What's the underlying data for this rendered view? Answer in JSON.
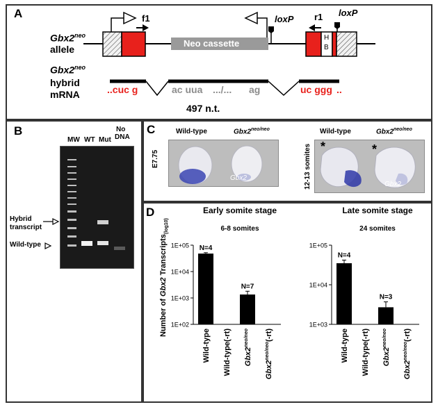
{
  "panel_a": {
    "label": "A",
    "allele_name": "Gbx2",
    "allele_sup": "neo",
    "allele_word": "allele",
    "mrna_name": "Gbx2",
    "mrna_sup": "neo",
    "mrna_word1": "hybrid",
    "mrna_word2": "mRNA",
    "primer_f1": "f1",
    "primer_r1": "r1",
    "loxp_1": "loxP",
    "loxp_2": "loxP",
    "neo_cassette": "Neo cassette",
    "exon_h": "H",
    "exon_b": "B",
    "seq_left": "..cuc g",
    "seq_mid_1": "ac uua",
    "seq_mid_2": ".../...",
    "seq_mid_3": "ag",
    "seq_right": "uc ggg",
    "seq_right_dots": "..",
    "length": "497 n.t.",
    "colors": {
      "exon": "#e8211c",
      "neo": "#9a9a9a",
      "seq_red": "#e8211c",
      "seq_gray": "#8c8c8c"
    }
  },
  "panel_b": {
    "label": "B",
    "lanes": [
      "MW",
      "WT",
      "Mut",
      "No\nDNA"
    ],
    "lane_mw": "MW",
    "lane_wt": "WT",
    "lane_mut": "Mut",
    "lane_no_1": "No",
    "lane_no_2": "DNA",
    "arrow_hybrid_1": "Hybrid",
    "arrow_hybrid_2": "transcript",
    "arrow_wt": "Wild-type"
  },
  "panel_c": {
    "label": "C",
    "left_wt": "Wild-type",
    "left_mut": "Gbx2",
    "left_mut_sup": "neo/neo",
    "left_stage": "E7.75",
    "left_probe": "Gbx2",
    "right_wt": "Wild-type",
    "right_mut": "Gbx2",
    "right_mut_sup": "neo/neo",
    "right_stage": "12-13 somites",
    "right_probe": "Gbx2",
    "asterisk": "*"
  },
  "panel_d": {
    "label": "D",
    "ylabel_main": "Number of ",
    "ylabel_gene": "Gbx2",
    "ylabel_tail": " Transcripts",
    "ylabel_sub": "(log10)",
    "x_labels": [
      {
        "base": "Wild-type",
        "sup": ""
      },
      {
        "base": "Wild-type(-rt)",
        "sup": ""
      },
      {
        "base": "Gbx2",
        "sup": "neo/neo"
      },
      {
        "base": "Gbx2",
        "sup": "neo/neo",
        "tail": "(-rt)"
      }
    ]
  },
  "chart_data": [
    {
      "type": "bar",
      "title": "Early somite stage",
      "subtitle": "6-8 somites",
      "ylabel": "Number of Gbx2 Transcripts(log10)",
      "yscale": "log",
      "ylim": [
        100,
        100000
      ],
      "yticks": [
        "1E+02",
        "1E+03",
        "1E+04",
        "1E+05"
      ],
      "categories": [
        "Wild-type",
        "Wild-type(-rt)",
        "Gbx2neo/neo",
        "Gbx2neo/neo(-rt)"
      ],
      "values": [
        48000,
        null,
        1350,
        null
      ],
      "errors_upper": [
        52000,
        null,
        1800,
        null
      ],
      "annotations": [
        "N=4",
        "",
        "N=7",
        ""
      ]
    },
    {
      "type": "bar",
      "title": "Late somite stage",
      "subtitle": "24 somites",
      "ylabel": "",
      "yscale": "log",
      "ylim": [
        1000,
        100000
      ],
      "yticks": [
        "1E+03",
        "1E+04",
        "1E+05"
      ],
      "categories": [
        "Wild-type",
        "Wild-type(-rt)",
        "Gbx2neo/neo",
        "Gbx2neo/neo(-rt)"
      ],
      "values": [
        35000,
        null,
        2700,
        null
      ],
      "errors_upper": [
        42000,
        null,
        3700,
        null
      ],
      "annotations": [
        "N=4",
        "",
        "N=3",
        ""
      ]
    }
  ]
}
